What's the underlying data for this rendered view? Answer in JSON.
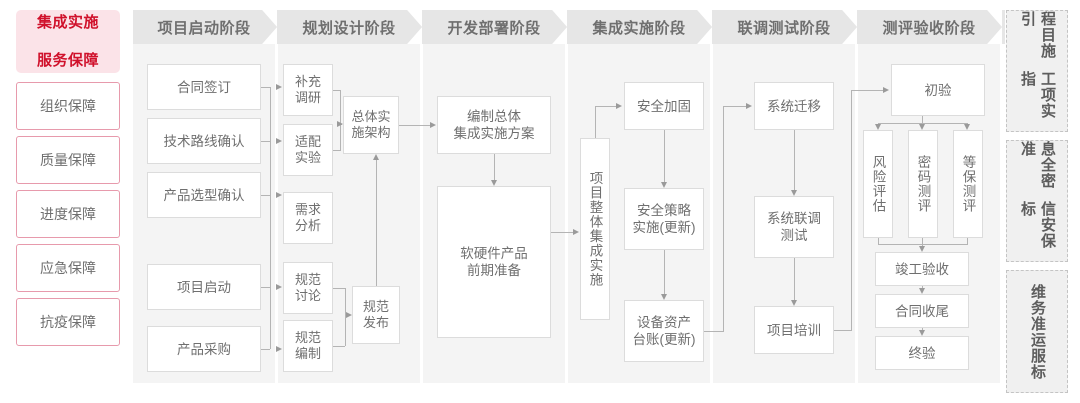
{
  "left_rail": {
    "title": "集成实施服务保障",
    "title_line1": "集成实施",
    "title_line2": "服务保障",
    "accent_color": "#d0112b",
    "background_color": "#fbe3e8",
    "items": [
      {
        "label": "组织保障"
      },
      {
        "label": "质量保障"
      },
      {
        "label": "进度保障"
      },
      {
        "label": "应急保障"
      },
      {
        "label": "抗疫保障"
      }
    ]
  },
  "phases": [
    {
      "header": "项目启动阶段",
      "nodes": [
        {
          "label": "合同签订"
        },
        {
          "label": "技术路线确认"
        },
        {
          "label": "产品选型确认"
        },
        {
          "label": "项目启动"
        },
        {
          "label": "产品采购"
        }
      ]
    },
    {
      "header": "规划设计阶段",
      "nodes": [
        {
          "label": "补充调研",
          "line1": "补充",
          "line2": "调研"
        },
        {
          "label": "适配实验",
          "line1": "适配",
          "line2": "实验"
        },
        {
          "label": "需求分析",
          "line1": "需求",
          "line2": "分析"
        },
        {
          "label": "规范讨论",
          "line1": "规范",
          "line2": "讨论"
        },
        {
          "label": "规范编制",
          "line1": "规范",
          "line2": "编制"
        },
        {
          "label": "总体实施架构",
          "line1": "总体实",
          "line2": "施架构"
        },
        {
          "label": "规范发布",
          "line1": "规范",
          "line2": "发布"
        }
      ]
    },
    {
      "header": "开发部署阶段",
      "nodes": [
        {
          "label": "编制总体集成实施方案",
          "line1": "编制总体",
          "line2": "集成实施方案"
        },
        {
          "label": "软硬件产品前期准备",
          "line1": "软硬件产品",
          "line2": "前期准备"
        }
      ]
    },
    {
      "header": "集成实施阶段",
      "nodes": [
        {
          "label": "项目整体集成实施"
        },
        {
          "label": "安全加固"
        },
        {
          "label": "安全策略实施(更新)",
          "line1": "安全策略",
          "line2": "实施(更新)"
        },
        {
          "label": "设备资产台账(更新)",
          "line1": "设备资产",
          "line2": "台账(更新)"
        }
      ]
    },
    {
      "header": "联调测试阶段",
      "nodes": [
        {
          "label": "系统迁移"
        },
        {
          "label": "系统联调测试",
          "line1": "系统联调",
          "line2": "测试"
        },
        {
          "label": "项目培训"
        }
      ]
    },
    {
      "header": "测评验收阶段",
      "nodes": [
        {
          "label": "初验"
        },
        {
          "label": "风险评估"
        },
        {
          "label": "密码测评"
        },
        {
          "label": "等保测评"
        },
        {
          "label": "竣工验收"
        },
        {
          "label": "合同收尾"
        },
        {
          "label": "终验"
        }
      ]
    }
  ],
  "right_rail": {
    "items": [
      {
        "label": "工程项目实施指引",
        "col_right": "程目施引",
        "col_left": "工项实指"
      },
      {
        "label": "信息安全保密标准",
        "col_right": "息全密准",
        "col_left": "信安保标"
      },
      {
        "label": "运维服务标准",
        "col_right": "维务准",
        "col_left": "运服标"
      }
    ]
  }
}
